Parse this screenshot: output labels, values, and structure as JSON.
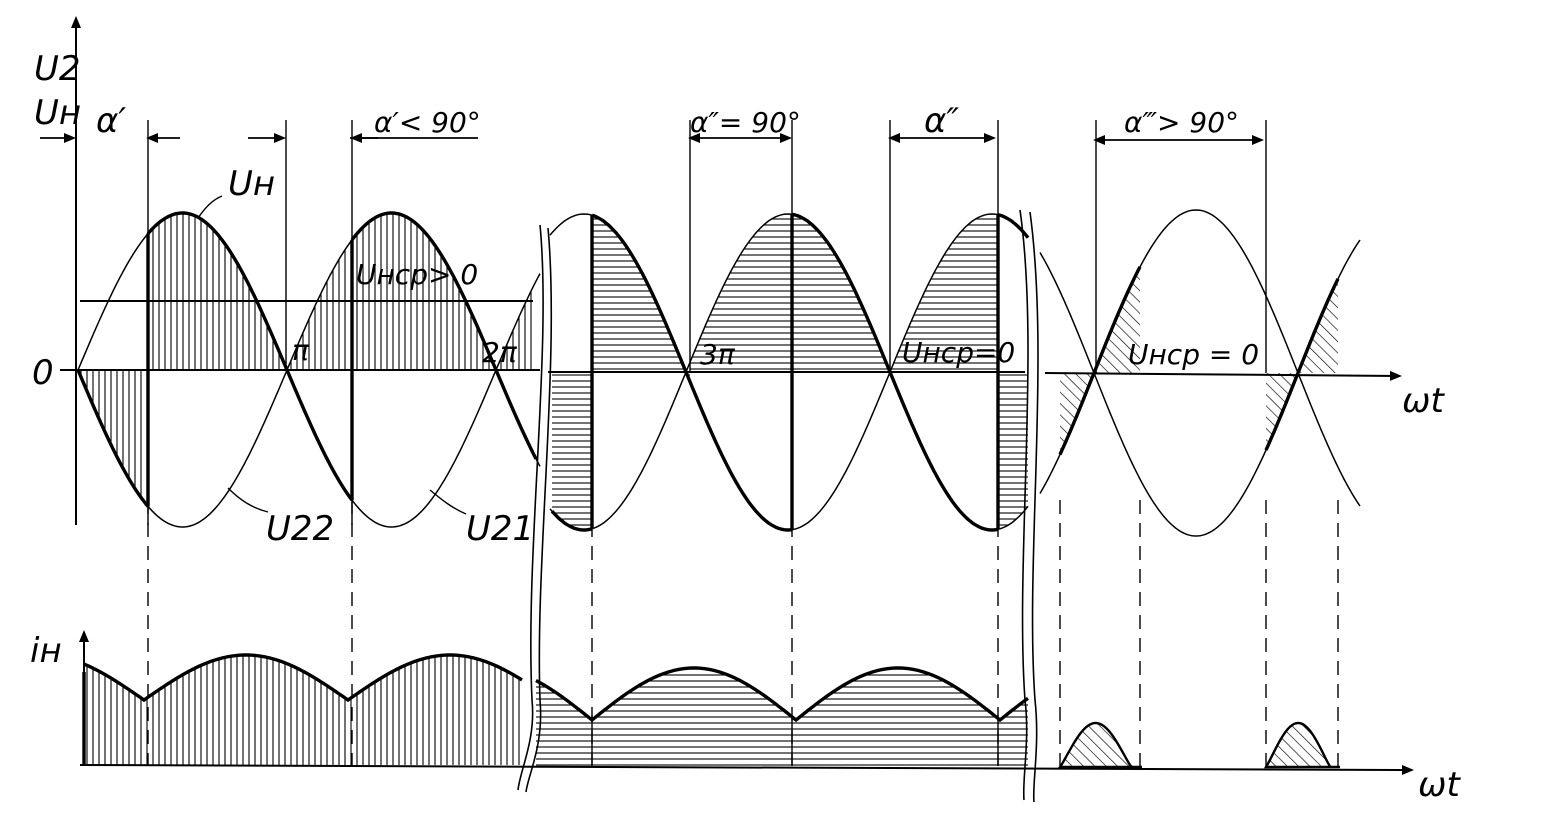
{
  "labels": {
    "y_axis_top_1": "U2",
    "y_axis_top_2": "Uн",
    "origin": "0",
    "pi": "π",
    "two_pi": "2π",
    "three_pi": "3π",
    "omega_t": "ωt",
    "u_n": "Uн",
    "u22": "U22",
    "u21": "U21",
    "u_avg_pos": "Uнср> 0",
    "u_avg_zero_1": "Uнср=0",
    "u_avg_zero_2": "Uнср = 0",
    "alpha1": "α′",
    "alpha1_cond": "α′< 90°",
    "alpha2_cond": "α″= 90°",
    "alpha2": "α″",
    "alpha3_cond": "α‴> 90°",
    "current_axis": "iн",
    "omega_t_bottom": "ωt"
  },
  "colors": {
    "ink": "#000000",
    "paper": "#ffffff"
  }
}
